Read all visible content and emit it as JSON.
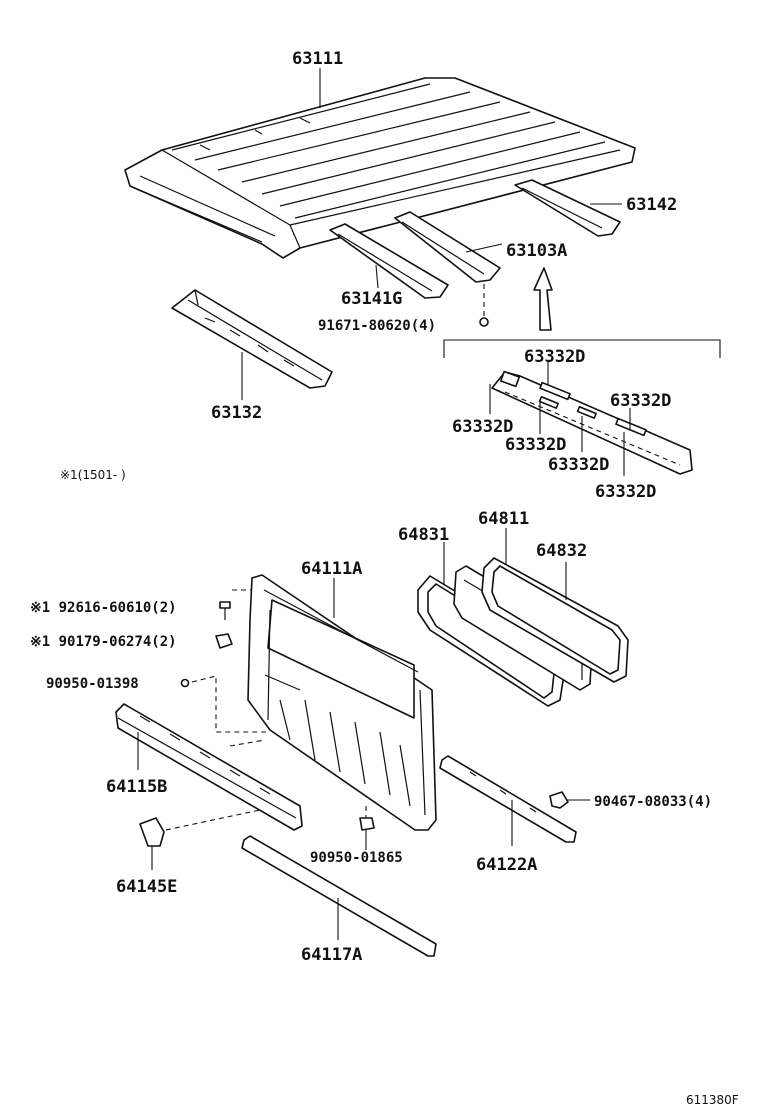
{
  "labels": {
    "p63111": "63111",
    "p63142": "63142",
    "p63103A": "63103A",
    "p63141G": "63141G",
    "p91671": "91671-80620(4)",
    "p63132": "63132",
    "p63332D_top": "63332D",
    "p63332D_r1": "63332D",
    "p63332D_l1": "63332D",
    "p63332D_l2": "63332D",
    "p63332D_m": "63332D",
    "p63332D_r2": "63332D",
    "note": "※1(1501-    )",
    "p64831": "64831",
    "p64811": "64811",
    "p64832": "64832",
    "p64111A": "64111A",
    "p92616": "※1 92616-60610(2)",
    "p90179": "※1 90179-06274(2)",
    "p90950a": "90950-01398",
    "p64115B": "64115B",
    "p90467": "90467-08033(4)",
    "p90950b": "90950-01865",
    "p64122A": "64122A",
    "p64145E": "64145E",
    "p64117A": "64117A",
    "diagram_id": "611380F"
  },
  "icons": [
    "roof-panel",
    "roof-bow",
    "header-rail",
    "weatherstrip",
    "back-panel",
    "glass",
    "bolt",
    "nut",
    "clip",
    "reinforcement",
    "bracket",
    "sill-plate"
  ]
}
